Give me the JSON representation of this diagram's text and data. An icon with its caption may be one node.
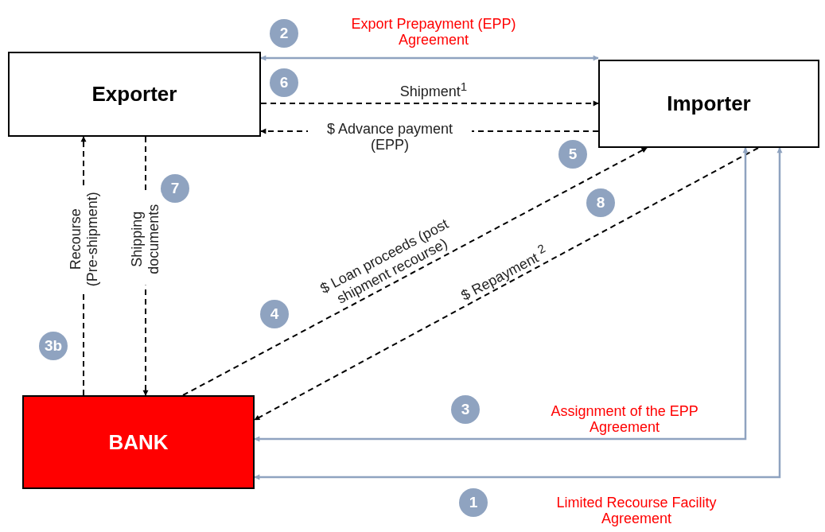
{
  "diagram": {
    "nodes": [
      {
        "text": [
          "Exporter"
        ]
      },
      {
        "text": [
          "Importer"
        ]
      },
      {
        "text": [
          "BANK"
        ]
      },
      {
        "text": [
          "2"
        ]
      },
      {
        "text": [
          "6"
        ]
      },
      {
        "text": [
          "5"
        ]
      },
      {
        "text": [
          "7"
        ]
      },
      {
        "text": [
          "8"
        ]
      },
      {
        "text": [
          "4"
        ]
      },
      {
        "text": [
          "3b"
        ]
      },
      {
        "text": [
          "3"
        ]
      },
      {
        "text": [
          "1"
        ]
      }
    ],
    "edges": [
      {
        "from": 0,
        "to": 1,
        "arrow": "both",
        "label": "Export Prepayment (EPP) Agreement",
        "color": "#8fa3c0"
      },
      {
        "from": 0,
        "to": 1,
        "arrow": "to",
        "label": "Shipment$^{1}$",
        "style": "dashed"
      },
      {
        "from": 1,
        "to": 0,
        "arrow": "to",
        "label": "$ Advance payment (EPP)",
        "style": "dashed"
      },
      {
        "from": 2,
        "to": 0,
        "arrow": "to",
        "label": "Recourse (Pre-shipment)",
        "style": "dashed"
      },
      {
        "from": 0,
        "to": 2,
        "arrow": "to",
        "label": "Shipping documents",
        "style": "dashed"
      },
      {
        "from": 2,
        "to": 1,
        "arrow": "to",
        "label": "$ Loan proceeds (post shipment recourse)",
        "style": "dashed"
      },
      {
        "from": 1,
        "to": 2,
        "arrow": "to",
        "label": "$ Repayment $^{2}$",
        "style": "dashed"
      },
      {
        "from": 1,
        "to": 2,
        "arrow": "both",
        "label": "Assignment of the EPP Agreement",
        "color": "#8fa3c0"
      },
      {
        "from": 1,
        "to": 2,
        "arrow": "both",
        "label": "Limited Recourse Facility Agreement",
        "color": "#8fa3c0"
      }
    ]
  }
}
